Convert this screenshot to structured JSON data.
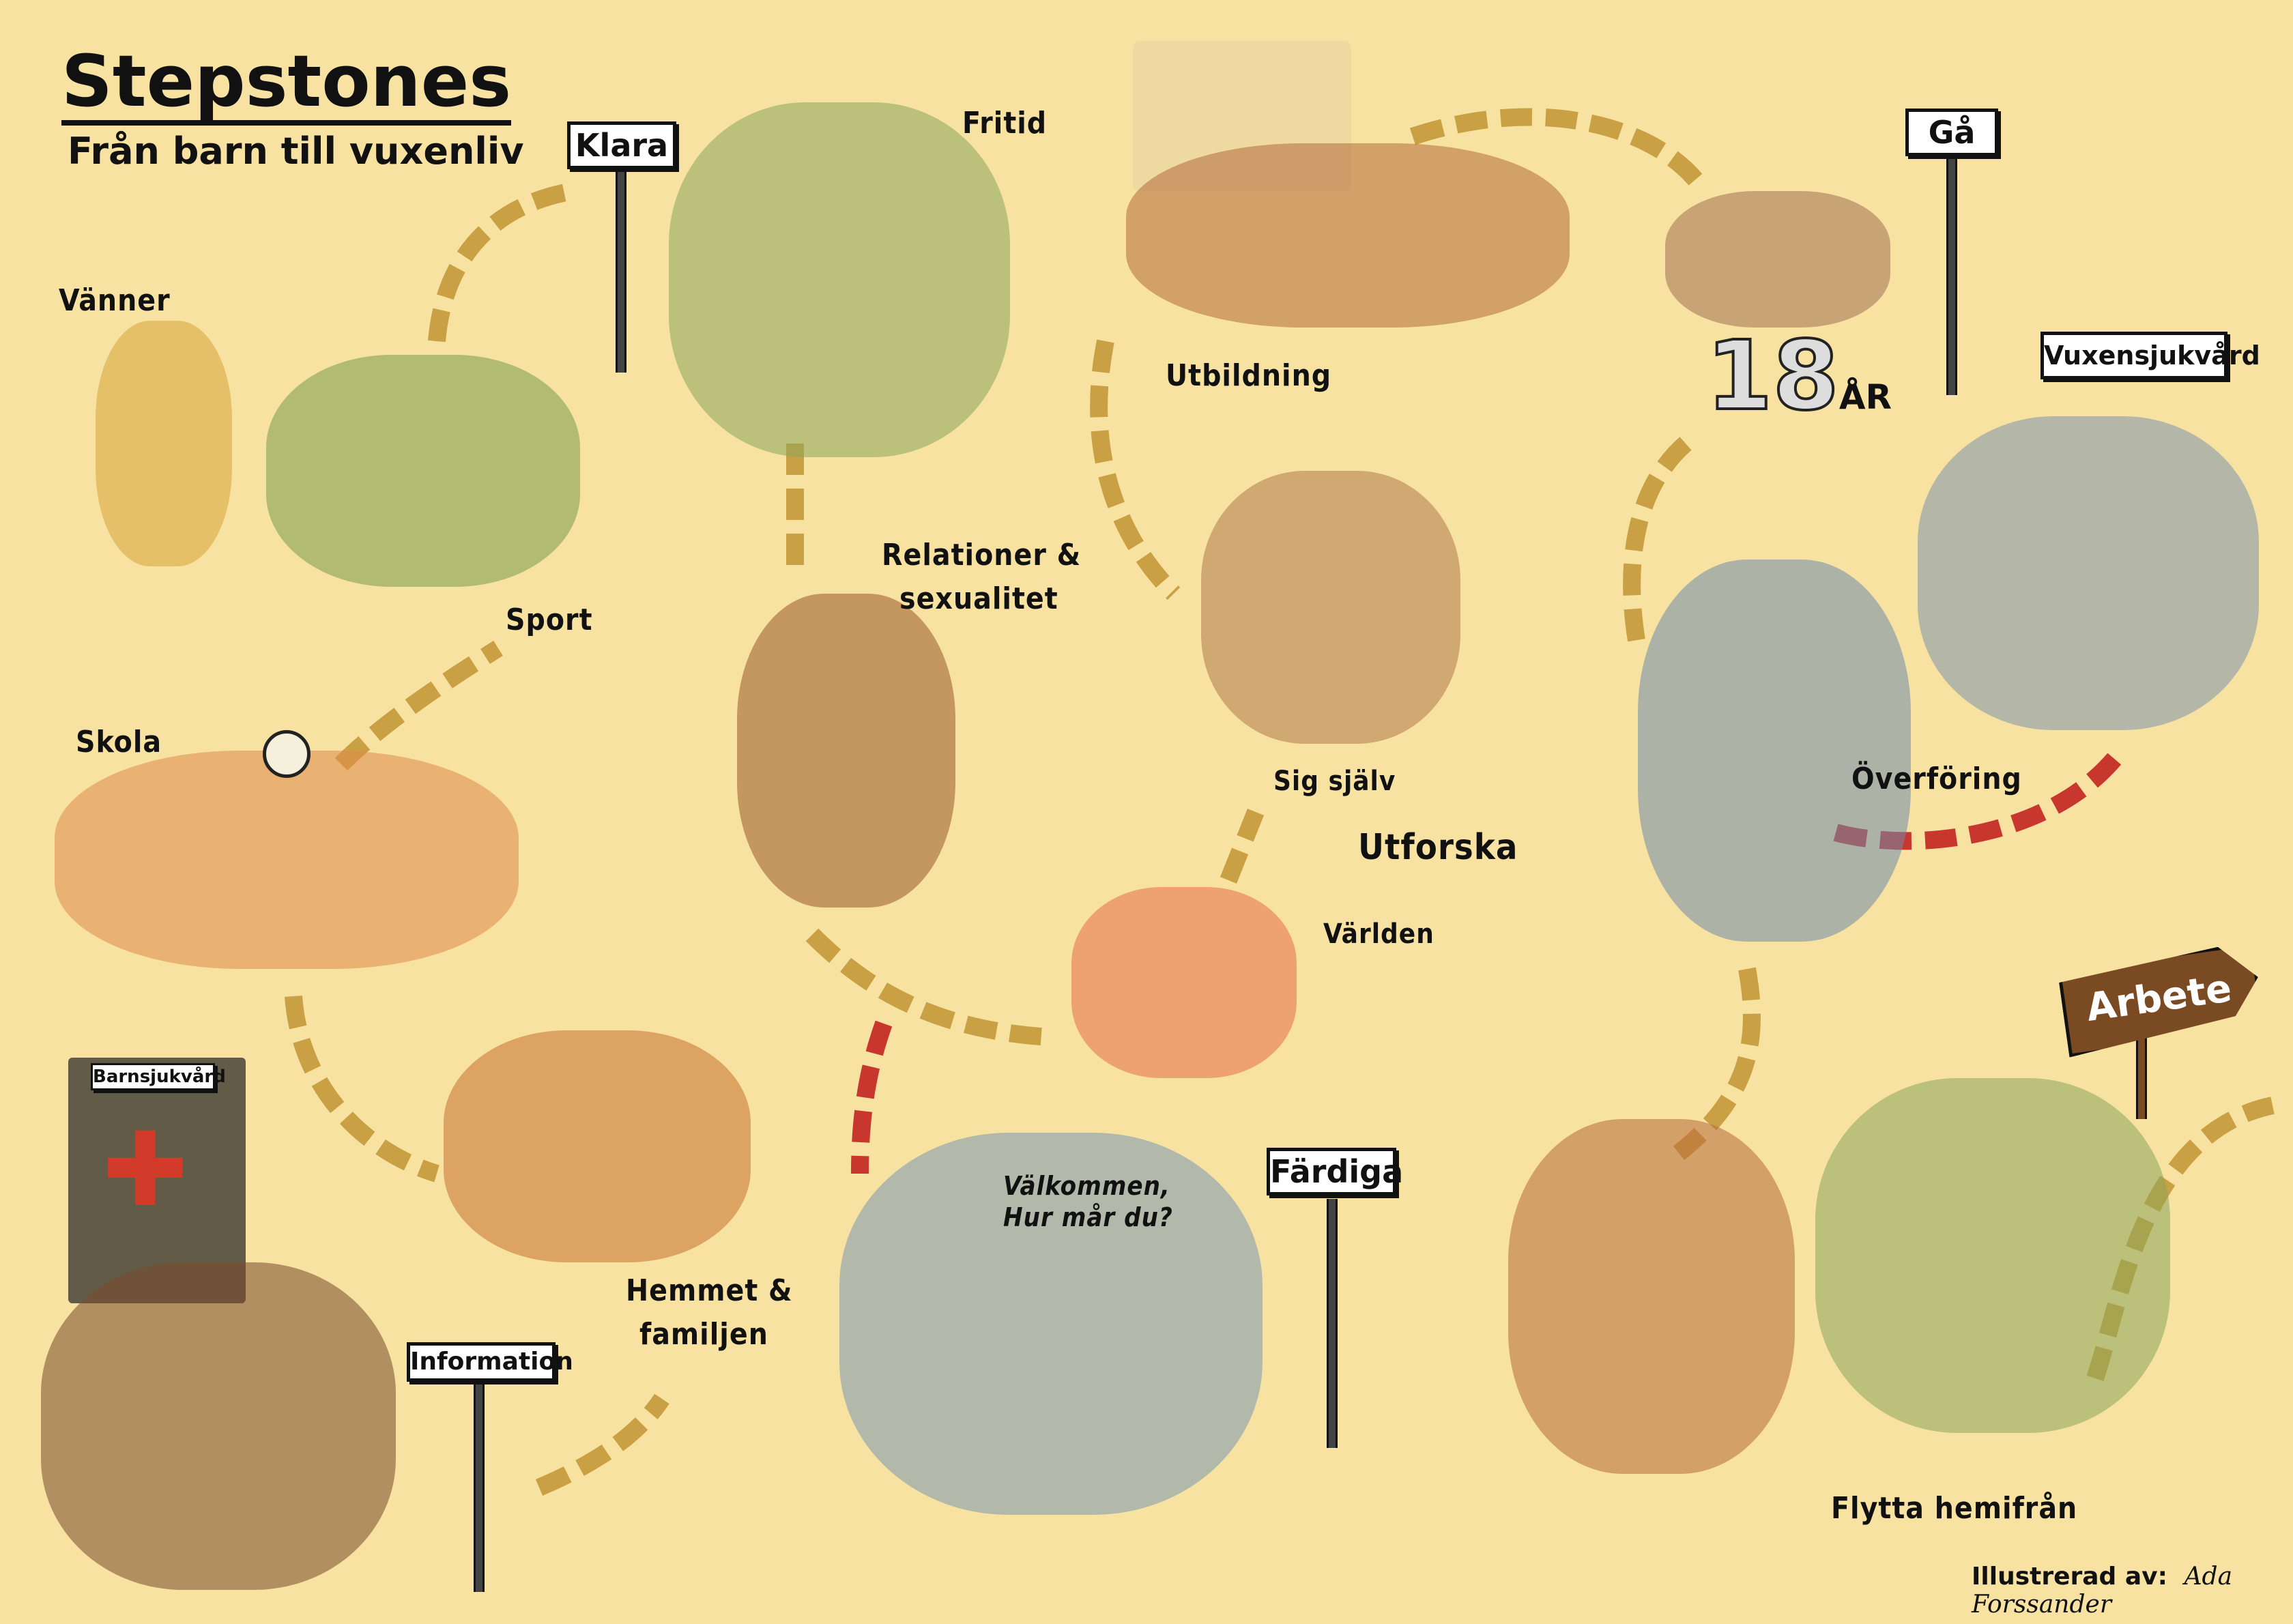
{
  "header": {
    "title": "Stepstones",
    "subtitle": "Från barn till vuxenliv"
  },
  "labels": {
    "vanner": "Vänner",
    "fritid": "Fritid",
    "sport": "Sport",
    "skola": "Skola",
    "utbildning": "Utbildning",
    "relationer_1": "Relationer &",
    "relationer_2": "sexualitet",
    "sig_sjalv": "Sig själv",
    "utforska": "Utforska",
    "varlden": "Världen",
    "overforing": "Överföring",
    "hemmet_1": "Hemmet &",
    "hemmet_2": "familjen",
    "flytta": "Flytta hemifrån",
    "age": "18",
    "age_unit": "ÅR",
    "dialog_1": "Välkommen,",
    "dialog_2": "Hur mår du?"
  },
  "signs": {
    "klara": "Klara",
    "ga": "Gå",
    "vuxensjukvard": "Vuxensjukvård",
    "barnsjukvard": "Barnsjukvård",
    "information": "Information",
    "fardiga": "Färdiga",
    "arbete": "Arbete"
  },
  "credit": {
    "label": "Illustrerad av:",
    "signature": "Ada Forssander"
  },
  "colors": {
    "background": "#f7e2a2",
    "path": "#c9a043",
    "path_red": "#c8372d",
    "sign_brown": "#7a4a22"
  }
}
